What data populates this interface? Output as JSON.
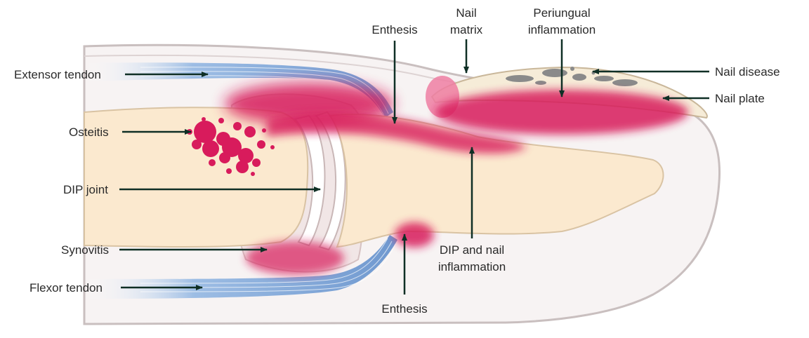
{
  "labels": {
    "extensor_tendon": "Extensor tendon",
    "osteitis": "Osteitis",
    "dip_joint": "DIP joint",
    "synovitis": "Synovitis",
    "flexor_tendon": "Flexor tendon",
    "enthesis_top": "Enthesis",
    "enthesis_bottom": "Enthesis",
    "nail_matrix": [
      "Nail",
      "matrix"
    ],
    "periungual": [
      "Periungual",
      "inflammation"
    ],
    "nail_disease": "Nail disease",
    "nail_plate": "Nail plate",
    "dip_nail_inflammation": [
      "DIP and nail",
      "inflammation"
    ]
  },
  "colors": {
    "skin_fill": "#f7f3f3",
    "skin_outline": "#c9bfbf",
    "bone_fill": "#fbe9cf",
    "bone_outline": "#d9c3a3",
    "inflammation": "#d81b5c",
    "tendon": "#7aa3d6",
    "nail_fill": "#f6ecd8",
    "nail_disease": "#8a8a8a",
    "arrow": "#0f2f25"
  }
}
